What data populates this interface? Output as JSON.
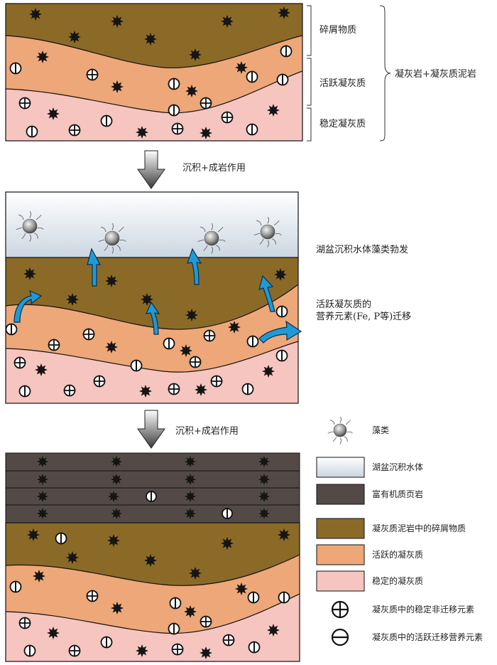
{
  "panel1": {
    "labels": [
      "碎屑物质",
      "活跃凝灰质",
      "稳定凝灰质"
    ],
    "brace_label": "凝灰岩+凝灰质泥岩"
  },
  "arrow1_label": "沉积+成岩作用",
  "panel2": {
    "water_label": "湖盆沉积水体藻类勃发",
    "migration_label_line1": "活跃凝灰质的",
    "migration_label_line2": "营养元素(Fe, P等)迁移"
  },
  "arrow2_label": "沉积+成岩作用",
  "legend": [
    {
      "kind": "algae",
      "label": "藻类"
    },
    {
      "kind": "swatch",
      "color": "#dfe6ee",
      "label": "湖盆沉积水体"
    },
    {
      "kind": "swatch",
      "color": "#534a48",
      "label": "富有机质页岩"
    },
    {
      "kind": "swatch",
      "color": "#8b6a28",
      "label": "凝灰质泥岩中的碎屑物质"
    },
    {
      "kind": "swatch",
      "color": "#eea779",
      "label": "活跃的凝灰质"
    },
    {
      "kind": "swatch",
      "color": "#f6c5c0",
      "label": "稳定的凝灰质"
    },
    {
      "kind": "plus",
      "label": "凝灰质中的稳定非迁移元素"
    },
    {
      "kind": "minus",
      "label": "凝灰质中的活跃迁移营养元素"
    }
  ],
  "colors": {
    "debris": "#8b6a28",
    "active_tuff": "#eea779",
    "stable_tuff": "#f6c5c0",
    "shale": "#534a48",
    "water": "#dfe6ee",
    "migration_arrow": "#1e9bd7"
  }
}
